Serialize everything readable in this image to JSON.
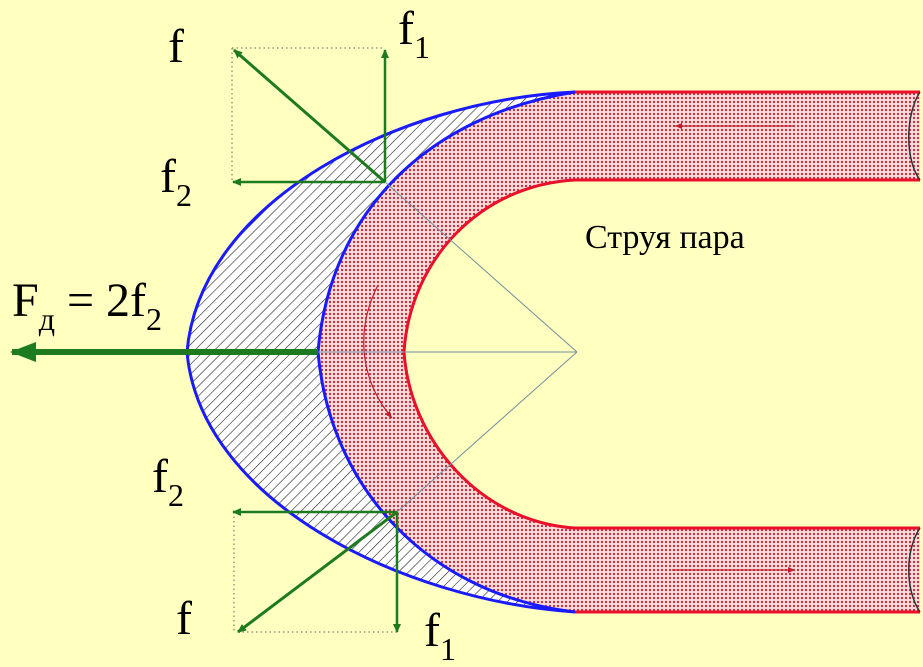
{
  "labels": {
    "f_top": "f",
    "f1_top_main": "f",
    "f1_top_sub": "1",
    "f2_top_main": "f",
    "f2_top_sub": "2",
    "fd_main": "F",
    "fd_sub": "д",
    "fd_eq": " = 2f",
    "fd_eq_sub": "2",
    "f2_bottom_main": "f",
    "f2_bottom_sub": "2",
    "f_bottom": "f",
    "f1_bottom_main": "f",
    "f1_bottom_sub": "1",
    "caption": "Струя пара"
  },
  "colors": {
    "background": "#ffffc0",
    "steam_fill": "#d0505a",
    "steam_edge": "#e8102a",
    "blade_edge": "#1a1aff",
    "force_arrows": "#1e7a1e",
    "construction": "#7090a0"
  }
}
